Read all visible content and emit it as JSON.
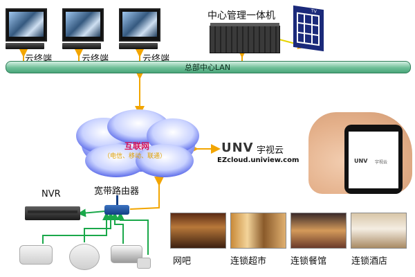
{
  "terminals": [
    {
      "label": "云终端"
    },
    {
      "label": "云终端"
    },
    {
      "label": "云终端"
    }
  ],
  "server_label": "中心管理一体机",
  "tv_mark": "TV",
  "lan_label": "总部中心LAN",
  "cloud": {
    "title": "互联网",
    "subtitle": "（电信、移动、联通）"
  },
  "cloud_service": {
    "logo": "UNV",
    "name": "宇视云",
    "url": "EZcloud.uniview.com"
  },
  "phone": {
    "logo": "UNV",
    "name": "宇视云"
  },
  "nvr_label": "NVR",
  "router_label": "宽带路由器",
  "venues": [
    {
      "label": "网吧"
    },
    {
      "label": "连锁超市"
    },
    {
      "label": "连锁餐馆"
    },
    {
      "label": "连锁酒店"
    }
  ],
  "colors": {
    "lan_green": "#6fbf98",
    "link_green": "#1aa84a",
    "arrow_orange": "#f2a500",
    "cloud_blue": "#2a3de0",
    "brand_red": "#d4145a"
  }
}
